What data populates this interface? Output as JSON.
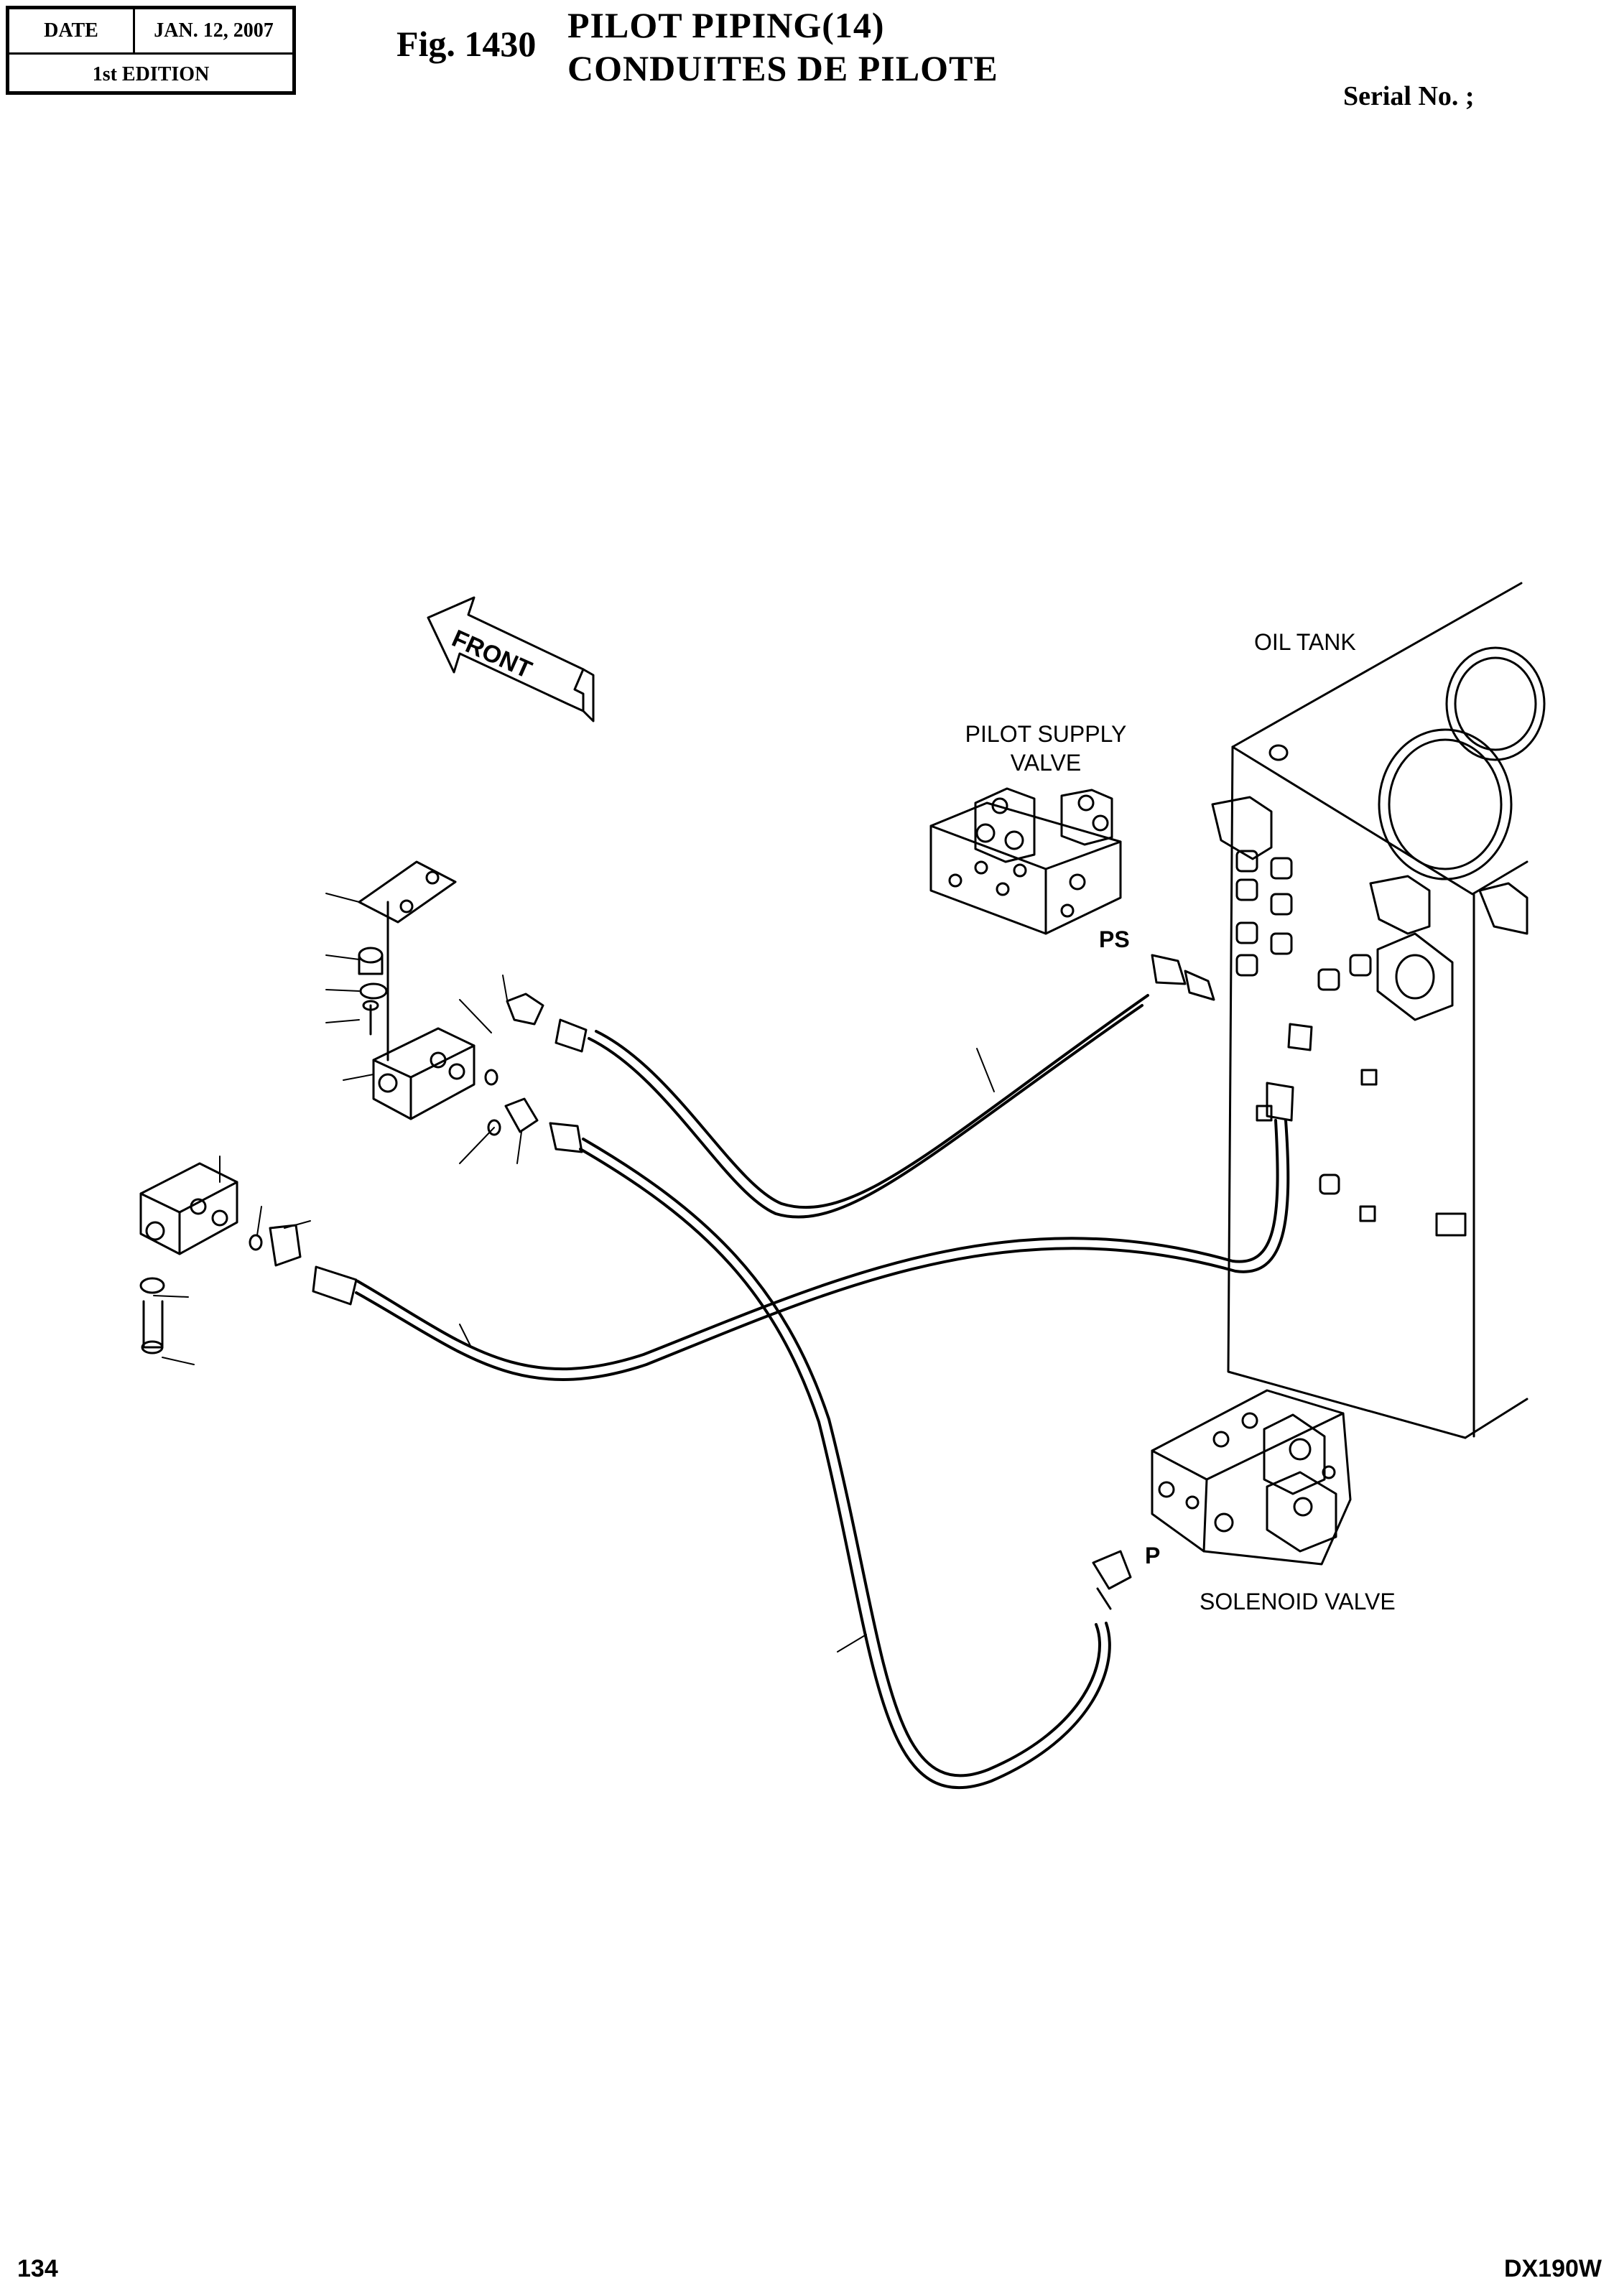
{
  "header": {
    "date_label": "DATE",
    "date_value": "JAN. 12, 2007",
    "edition": "1st EDITION",
    "fig_number": "Fig. 1430",
    "title_en": "PILOT  PIPING(14)",
    "title_fr": "CONDUITES  DE  PILOTE",
    "serial": "Serial No. ;"
  },
  "diagram": {
    "front_label": "FRONT",
    "oil_tank": "OIL TANK",
    "pilot_supply_line1": "PILOT SUPPLY",
    "pilot_supply_line2": "VALVE",
    "port_ps": "PS",
    "port_p": "P",
    "solenoid_valve": "SOLENOID VALVE"
  },
  "footer": {
    "page_number": "134",
    "model": "DX190W"
  }
}
